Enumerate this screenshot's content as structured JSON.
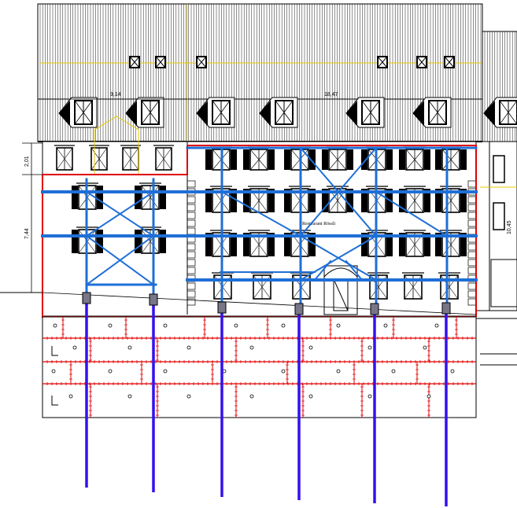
{
  "drawing": {
    "dimensions": {
      "left_roof_width": "9,14",
      "right_roof_width": "18,47",
      "attic_height": "2,01",
      "facade_height": "7,44",
      "right_building_height": "10,45"
    },
    "shop_sign": "Restaurant Rössli",
    "colors": {
      "steel_frame": "#1f6fd6",
      "pile": "#3311ee",
      "outline_red": "#e00000",
      "guide_yellow": "#e6c800",
      "ink": "#000000"
    }
  }
}
